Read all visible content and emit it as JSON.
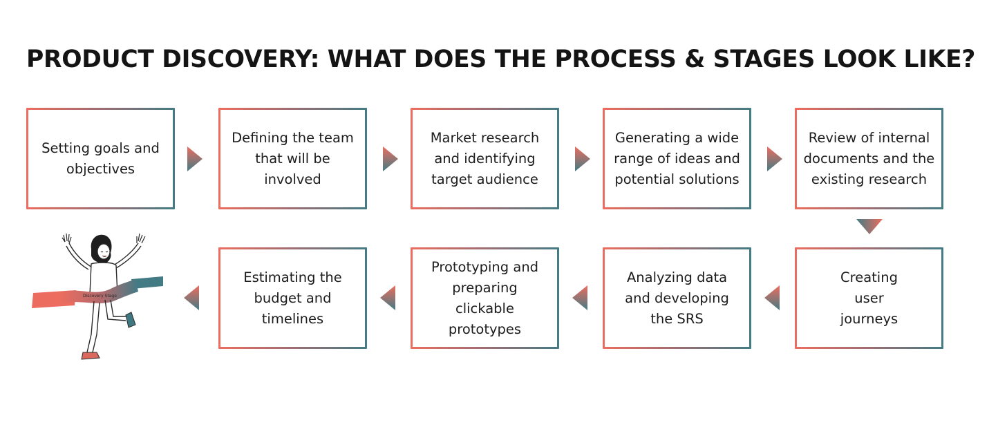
{
  "title": "PRODUCT DISCOVERY: WHAT DOES THE PROCESS & STAGES LOOK LIKE?",
  "colors": {
    "coral": "#ec6d5f",
    "teal": "#437b84",
    "text": "#141414"
  },
  "steps": [
    {
      "label": "Setting goals and objectives"
    },
    {
      "label": "Defining the team that will be involved"
    },
    {
      "label": "Market research and identifying target audience"
    },
    {
      "label": "Generating a wide range of ideas and potential solutions"
    },
    {
      "label": "Review of internal documents and the existing research"
    },
    {
      "label": "Creating user journeys"
    },
    {
      "label": "Analyzing data and developing the SRS"
    },
    {
      "label": "Prototyping and preparing clickable prototypes"
    },
    {
      "label": "Estimating the budget and timelines"
    }
  ],
  "illustration": {
    "ribbon_text": "Discovery Stage"
  }
}
